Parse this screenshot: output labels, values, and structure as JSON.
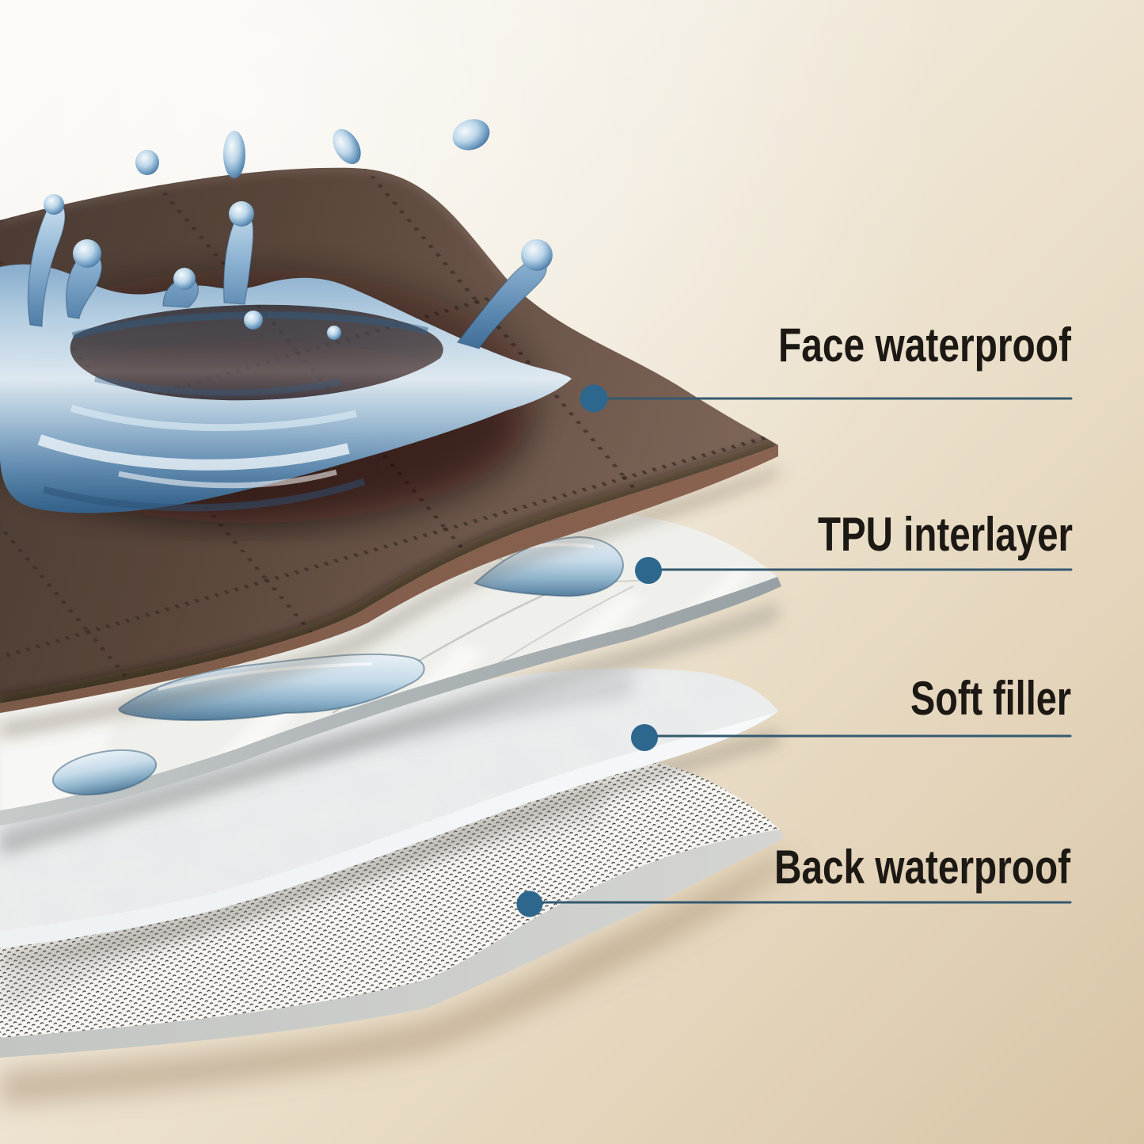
{
  "callouts": [
    {
      "label": "Face waterproof",
      "target_layer": "face-waterproof"
    },
    {
      "label": "TPU interlayer",
      "target_layer": "tpu-interlayer"
    },
    {
      "label": "Soft filler",
      "target_layer": "soft-filler"
    },
    {
      "label": "Back waterproof",
      "target_layer": "back-waterproof"
    }
  ],
  "layers": [
    {
      "name": "face-waterproof",
      "appearance": "brown quilted fabric with water splash",
      "color": "#5d493d"
    },
    {
      "name": "tpu-interlayer",
      "appearance": "glossy translucent white film with water droplets",
      "color": "#eef0ec"
    },
    {
      "name": "soft-filler",
      "appearance": "white fluffy padding",
      "color": "#e9eae7"
    },
    {
      "name": "back-waterproof",
      "appearance": "woven non-slip backing",
      "color": "#f6f5f1"
    }
  ],
  "accent": {
    "leader_line_color": "#35596f",
    "dot_color": "#2e678e",
    "label_color": "#1c1813",
    "water_color": "#6f9cc2",
    "background_gradient": [
      "#faf8f4",
      "#f2ecdf",
      "#eadec8",
      "#d9c5a6"
    ]
  }
}
